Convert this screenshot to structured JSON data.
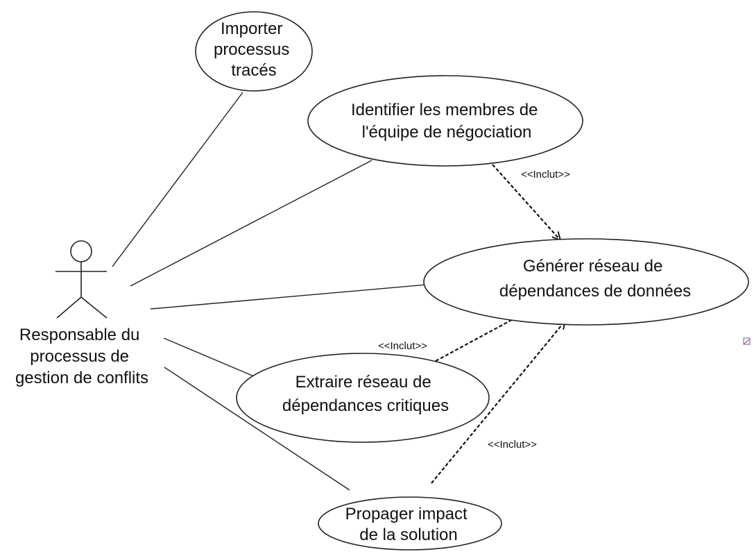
{
  "actor": {
    "lines": [
      "Responsable du",
      "processus de",
      "gestion de conflits"
    ]
  },
  "use_cases": {
    "importer": {
      "lines": [
        "Importer",
        "processus",
        "tracés"
      ]
    },
    "identifier": {
      "lines": [
        "Identifier les membres de",
        "l'équipe de négociation"
      ]
    },
    "generer": {
      "lines": [
        "Générer réseau de",
        "dépendances de données"
      ]
    },
    "extraire": {
      "lines": [
        "Extraire réseau de",
        "dépendances critiques"
      ]
    },
    "propager": {
      "lines": [
        "Propager impact",
        "de la solution"
      ]
    }
  },
  "stereotypes": {
    "include1": "<<Inclut>>",
    "include2": "<<Inclut>>",
    "include3": "<<Inclut>>"
  },
  "colors": {
    "stroke": "#111111",
    "background": "#ffffff"
  }
}
